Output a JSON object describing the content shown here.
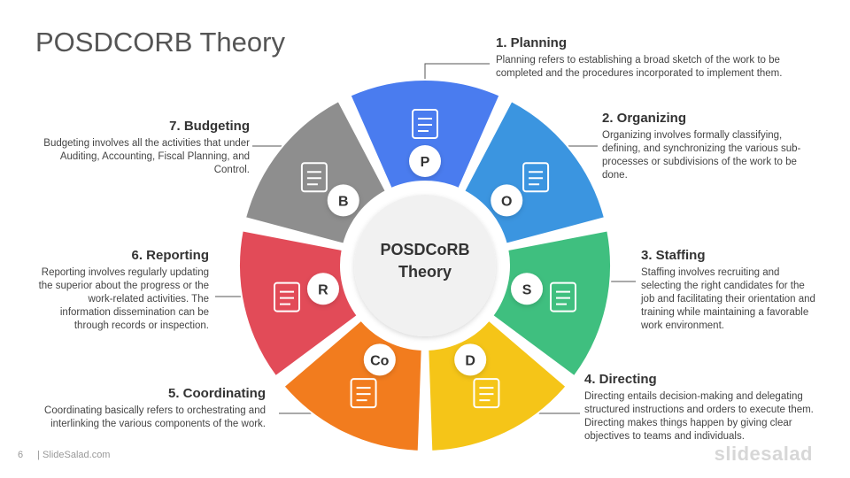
{
  "title": "POSDCORB Theory",
  "center": {
    "line1": "POSDCoRB",
    "line2": "Theory"
  },
  "steps": [
    {
      "heading": "1. Planning",
      "letter": "P",
      "color": "#4a7cef",
      "icon": "clipboard-checklist-icon",
      "text": "Planning refers to establishing a broad sketch of the work to be completed and the procedures incorporated to implement them."
    },
    {
      "heading": "2. Organizing",
      "letter": "O",
      "color": "#3b95e0",
      "icon": "gear-org-chart-icon",
      "text": "Organizing involves formally classifying, defining, and synchronizing the various sub-processes or subdivisions of the work to be done."
    },
    {
      "heading": "3. Staffing",
      "letter": "S",
      "color": "#3fbf7f",
      "icon": "team-search-icon",
      "text": "Staffing involves recruiting and selecting the right candidates for the job and facilitating their orientation and training while maintaining a favorable work environment."
    },
    {
      "heading": "4. Directing",
      "letter": "D",
      "color": "#f5c518",
      "icon": "meeting-table-icon",
      "text": "Directing entails decision-making and delegating structured instructions and orders to execute them. Directing makes things happen by giving clear objectives to teams and individuals."
    },
    {
      "heading": "5. Coordinating",
      "letter": "Co",
      "color": "#f27c1e",
      "icon": "coordination-network-icon",
      "text": "Coordinating basically refers to orchestrating and interlinking the various components of the work."
    },
    {
      "heading": "6. Reporting",
      "letter": "R",
      "color": "#e24b58",
      "icon": "report-magnifier-icon",
      "text": "Reporting involves regularly updating the superior about the progress or the work-related activities. The information dissemination can be through records or inspection."
    },
    {
      "heading": "7. Budgeting",
      "letter": "B",
      "color": "#8e8e8e",
      "icon": "calculator-coins-icon",
      "text": "Budgeting involves all the activities that under Auditing, Accounting, Fiscal Planning, and Control."
    }
  ],
  "footer": {
    "page": "6",
    "source": "| SlideSalad.com"
  },
  "brand": "slidesalad"
}
